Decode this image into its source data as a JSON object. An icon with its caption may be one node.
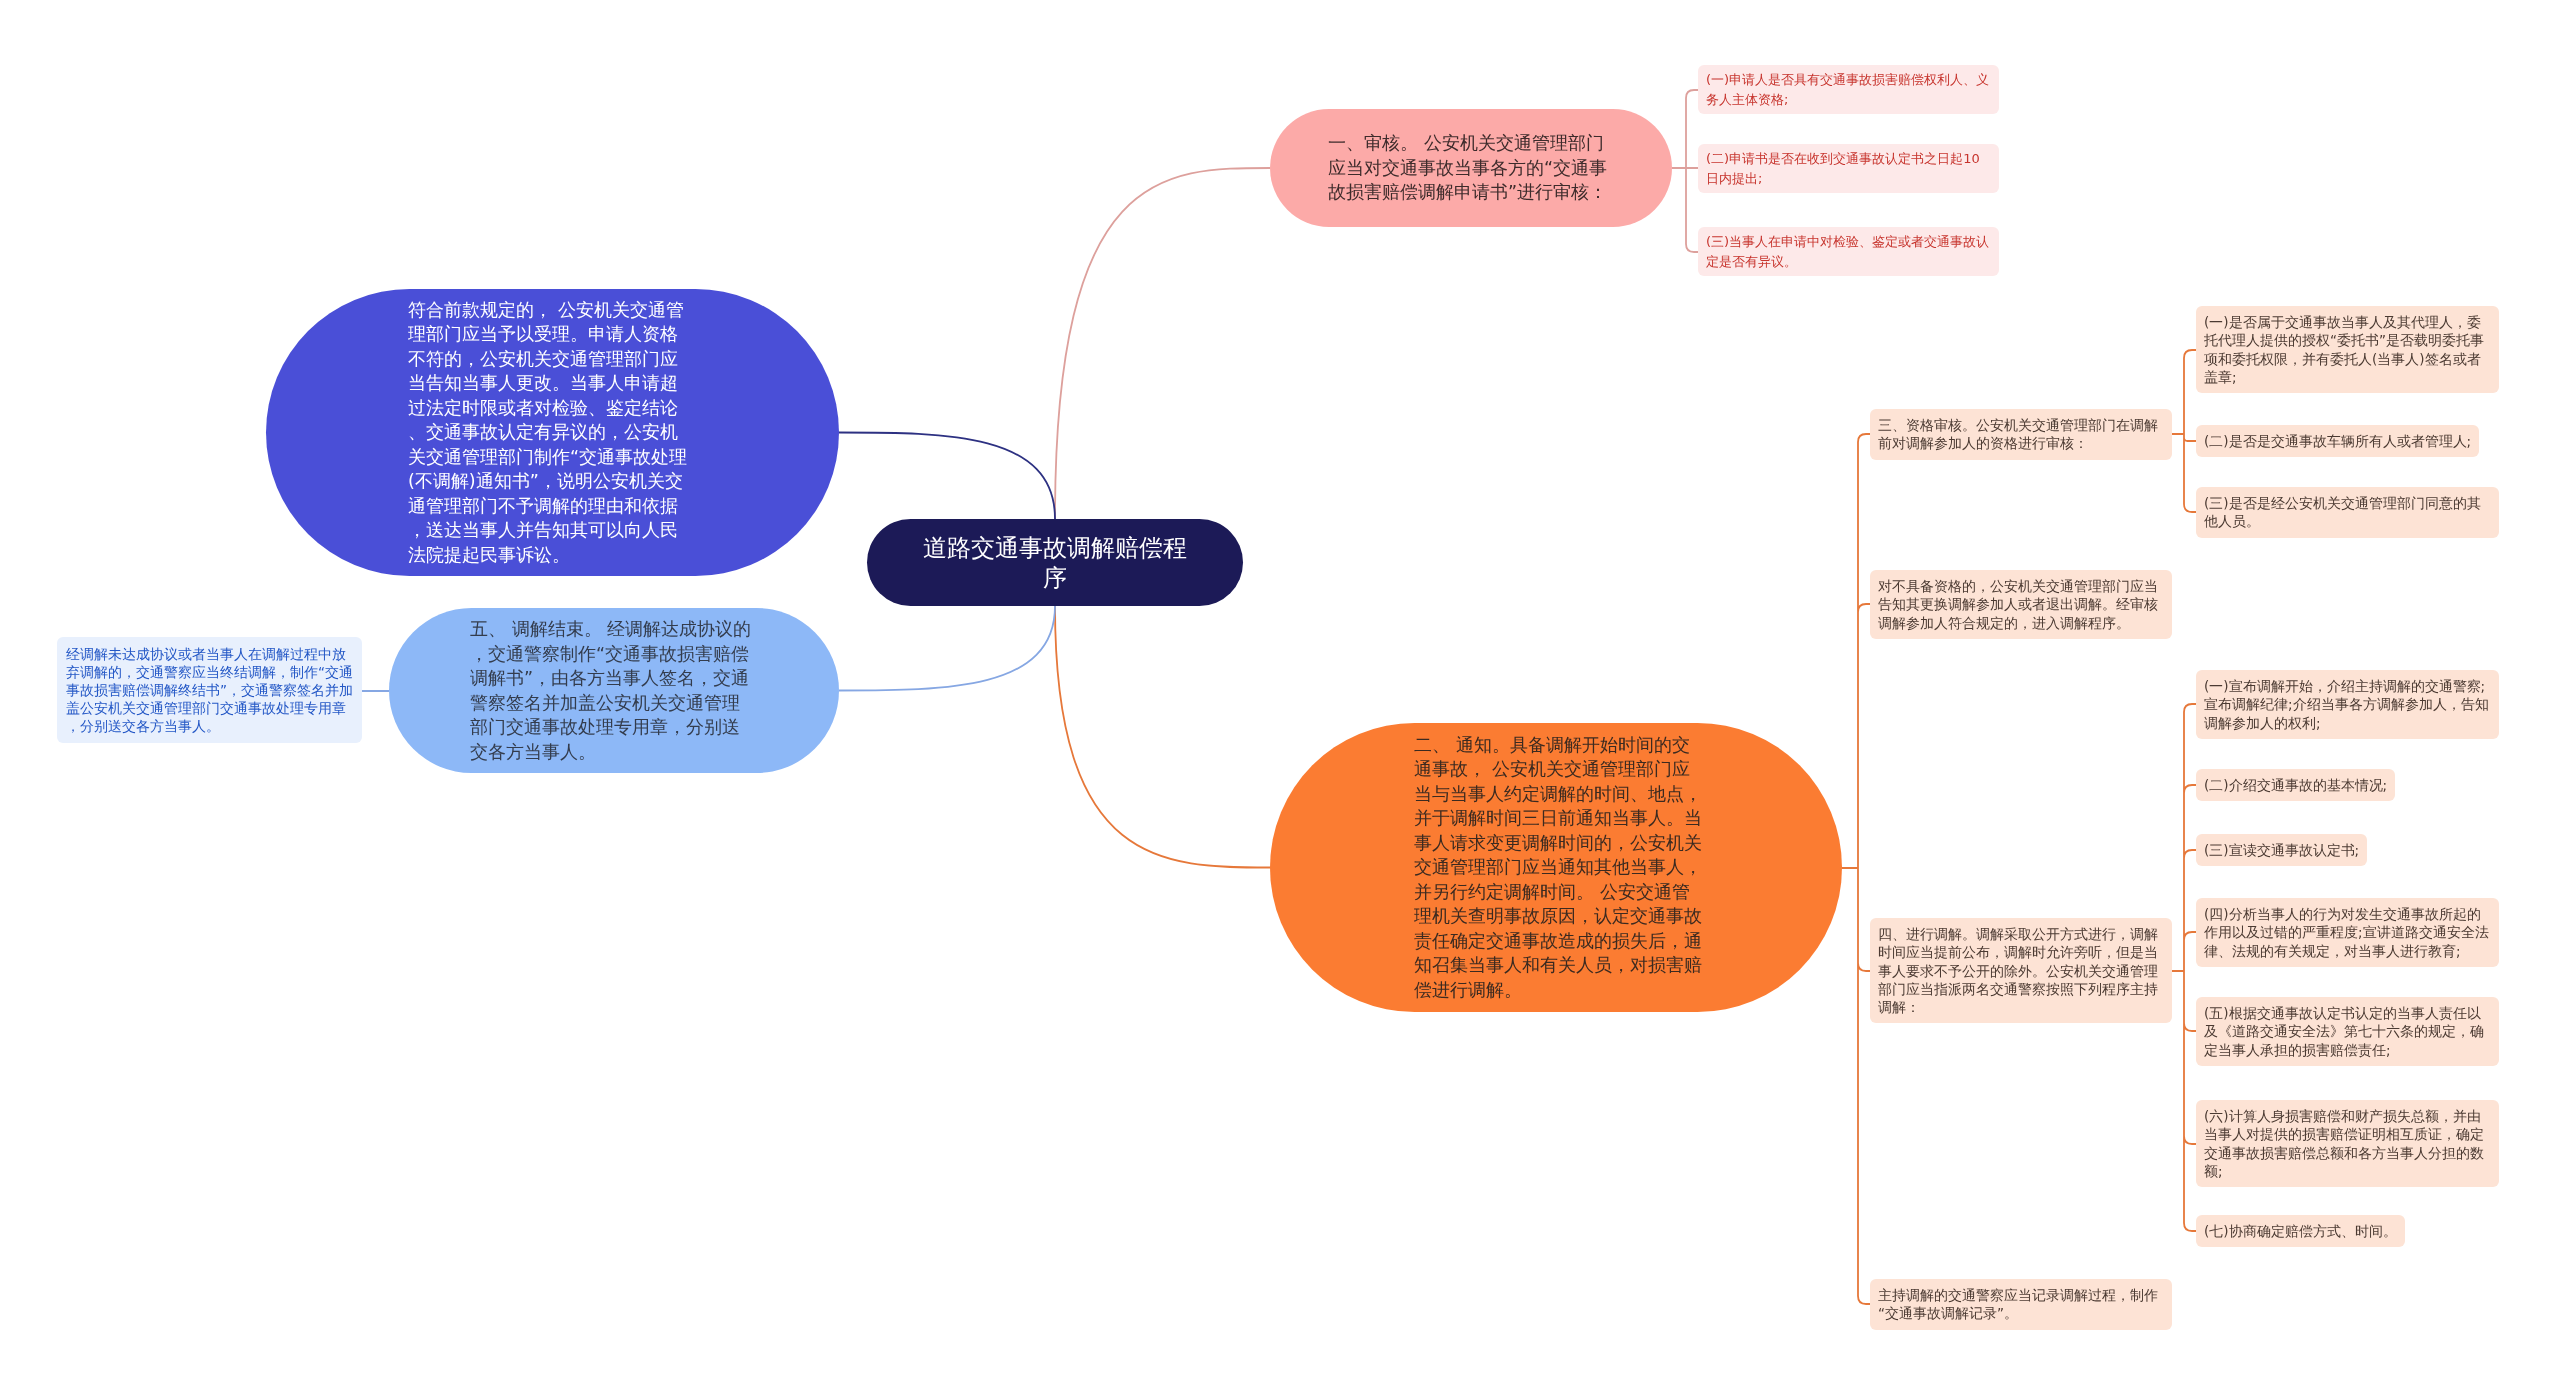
{
  "diagram": {
    "nodes": [
      {
        "text": [
          "道路交通事故调解赔偿程序"
        ]
      },
      {
        "text": [
          "一、审核。 公安机关交通管理部门应当对交通事故当事各方的“交通事故损害赔偿调解申请书”进行审核："
        ]
      },
      {
        "text": [
          "(一)申请人是否具有交通事故损害赔偿权利人、义务人主体资格;"
        ]
      },
      {
        "text": [
          "(二)申请书是否在收到交通事故认定书之日起10日内提出;"
        ]
      },
      {
        "text": [
          "(三)当事人在申请中对检验、鉴定或者交通事故认定是否有异议。"
        ]
      },
      {
        "text": [
          "二、 通知。具备调解开始时间的交通事故， 公安机关交通管理部门应当与当事人约定调解的时间、地点，并于调解时间三日前通知当事人。当事人请求变更调解时间的，公安机关交通管理部门应当通知其他当事人，并另行约定调解时间。 公安交通管理机关查明事故原因，认定交通事故责任确定交通事故造成的损失后，通知召集当事人和有关人员，对损害赔偿进行调解。"
        ]
      },
      {
        "text": [
          "三、资格审核。公安机关交通管理部门在调解前对调解参加人的资格进行审核："
        ]
      },
      {
        "text": [
          "(一)是否属于交通事故当事人及其代理人，委托代理人提供的授权“委托书”是否载明委托事项和委托权限，并有委托人(当事人)签名或者盖章;"
        ]
      },
      {
        "text": [
          "(二)是否是交通事故车辆所有人或者管理人;"
        ]
      },
      {
        "text": [
          "(三)是否是经公安机关交通管理部门同意的其他人员。"
        ]
      },
      {
        "text": [
          "对不具备资格的，公安机关交通管理部门应当告知其更换调解参加人或者退出调解。经审核调解参加人符合规定的，进入调解程序。"
        ]
      },
      {
        "text": [
          "四、进行调解。调解采取公开方式进行，调解时间应当提前公布，调解时允许旁听，但是当事人要求不予公开的除外。公安机关交通管理部门应当指派两名交通警察按照下列程序主持调解："
        ]
      },
      {
        "text": [
          "(一)宣布调解开始，介绍主持调解的交通警察;宣布调解纪律;介绍当事各方调解参加人，告知调解参加人的权利;"
        ]
      },
      {
        "text": [
          "(二)介绍交通事故的基本情况;"
        ]
      },
      {
        "text": [
          "(三)宣读交通事故认定书;"
        ]
      },
      {
        "text": [
          "(四)分析当事人的行为对发生交通事故所起的作用以及过错的严重程度;宣讲道路交通安全法律、法规的有关规定，对当事人进行教育;"
        ]
      },
      {
        "text": [
          "(五)根据交通事故认定书认定的当事人责任以及《道路交通安全法》第七十六条的规定，确定当事人承担的损害赔偿责任;"
        ]
      },
      {
        "text": [
          "(六)计算人身损害赔偿和财产损失总额，并由当事人对提供的损害赔偿证明相互质证，确定交通事故损害赔偿总额和各方当事人分担的数额;"
        ]
      },
      {
        "text": [
          "(七)协商确定赔偿方式、时间。"
        ]
      },
      {
        "text": [
          "主持调解的交通警察应当记录调解过程，制作“交通事故调解记录”。"
        ]
      },
      {
        "text": [
          "符合前款规定的， 公安机关交通管理部门应当予以受理。申请人资格不符的，公安机关交通管理部门应当告知当事人更改。当事人申请超过法定时限或者对检验、鉴定结论、交通事故认定有异议的，公安机关交通管理部门制作“交通事故处理(不调解)通知书”，说明公安机关交通管理部门不予调解的理由和依据，送达当事人并告知其可以向人民法院提起民事诉讼。"
        ]
      },
      {
        "text": [
          "五、 调解结束。 经调解达成协议的，交通警察制作“交通事故损害赔偿调解书”，由各方当事人签名，交通警察签名并加盖公安机关交通管理部门交通事故处理专用章，分别送交各方当事人。"
        ]
      },
      {
        "text": [
          "经调解未达成协议或者当事人在调解过程中放弃调解的，交通警察应当终结调解，制作“交通事故损害赔偿调解终结书”，交通警察签名并加盖公安机关交通管理部门交通事故处理专用章，分别送交各方当事人。"
        ]
      }
    ],
    "edges": [
      {
        "from": 0,
        "to": 1,
        "arrow": "none",
        "color": "#dda09c"
      },
      {
        "from": 1,
        "to": 2,
        "arrow": "none",
        "color": "#dda09c"
      },
      {
        "from": 1,
        "to": 3,
        "arrow": "none",
        "color": "#dda09c"
      },
      {
        "from": 1,
        "to": 4,
        "arrow": "none",
        "color": "#dda09c"
      },
      {
        "from": 0,
        "to": 5,
        "arrow": "none"
      },
      {
        "from": 5,
        "to": 6,
        "arrow": "none"
      },
      {
        "from": 6,
        "to": 7,
        "arrow": "none"
      },
      {
        "from": 6,
        "to": 8,
        "arrow": "none"
      },
      {
        "from": 6,
        "to": 9,
        "arrow": "none"
      },
      {
        "from": 5,
        "to": 10,
        "arrow": "none"
      },
      {
        "from": 5,
        "to": 11,
        "arrow": "none"
      },
      {
        "from": 11,
        "to": 12,
        "arrow": "none"
      },
      {
        "from": 11,
        "to": 13,
        "arrow": "none"
      },
      {
        "from": 11,
        "to": 14,
        "arrow": "none"
      },
      {
        "from": 11,
        "to": 15,
        "arrow": "none"
      },
      {
        "from": 11,
        "to": 16,
        "arrow": "none"
      },
      {
        "from": 11,
        "to": 17,
        "arrow": "none"
      },
      {
        "from": 11,
        "to": 18,
        "arrow": "none"
      },
      {
        "from": 5,
        "to": 19,
        "arrow": "none"
      },
      {
        "from": 0,
        "to": 20,
        "arrow": "none",
        "color": "#2d3182"
      },
      {
        "from": 0,
        "to": 21,
        "arrow": "none",
        "color": "#86a7e3"
      },
      {
        "from": 21,
        "to": 22,
        "arrow": "none",
        "color": "#86a7e3"
      }
    ]
  }
}
